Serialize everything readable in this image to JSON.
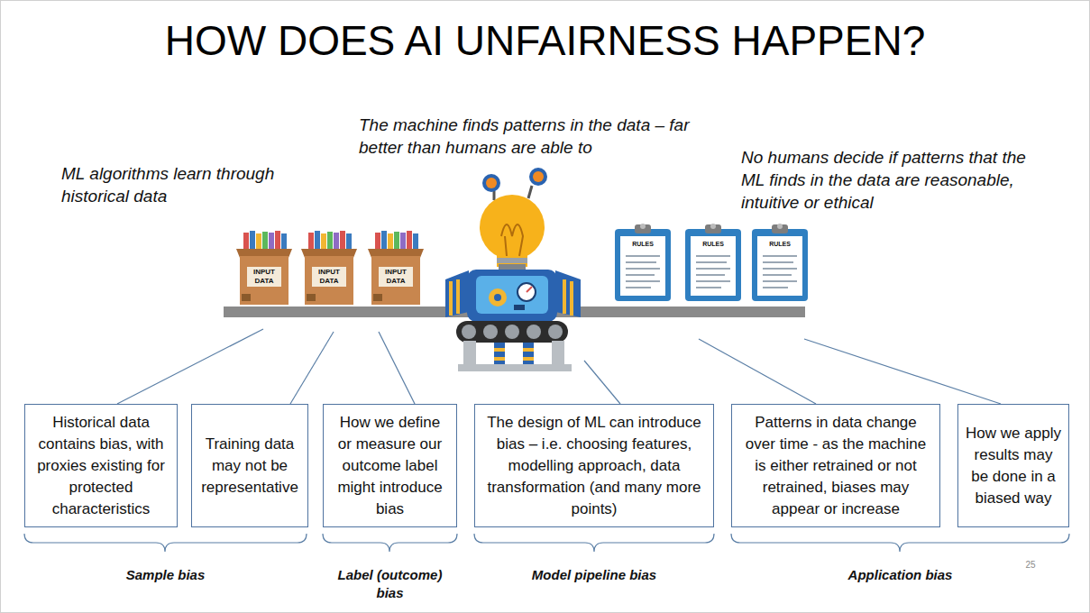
{
  "diagram": {
    "title": "HOW DOES AI UNFAIRNESS HAPPEN?",
    "nodes": [
      {
        "text": [
          "Historical data contains bias, with proxies existing for protected characteristics"
        ]
      },
      {
        "text": [
          "Training data may not be representative"
        ]
      },
      {
        "text": [
          "How we define or measure our outcome label might introduce bias"
        ]
      },
      {
        "text": [
          "The design of ML can introduce bias – i.e. choosing features, modelling approach, data transformation (and many more points)"
        ]
      },
      {
        "text": [
          "Patterns in data change over time - as the machine is either retrained or not retrained, biases may appear or increase"
        ]
      },
      {
        "text": [
          "How we apply results may be done in a biased way"
        ]
      }
    ],
    "labels": [
      "ML algorithms learn through historical data",
      "The machine finds patterns in the data – far better than humans are able to",
      "No humans decide if patterns that the ML finds in the data are reasonable, intuitive or ethical",
      "INPUT DATA",
      "INPUT DATA",
      "INPUT DATA",
      "RULES",
      "RULES",
      "RULES",
      "Sample bias",
      "Label (outcome) bias",
      "Model pipeline bias",
      "Application bias",
      "25"
    ]
  }
}
